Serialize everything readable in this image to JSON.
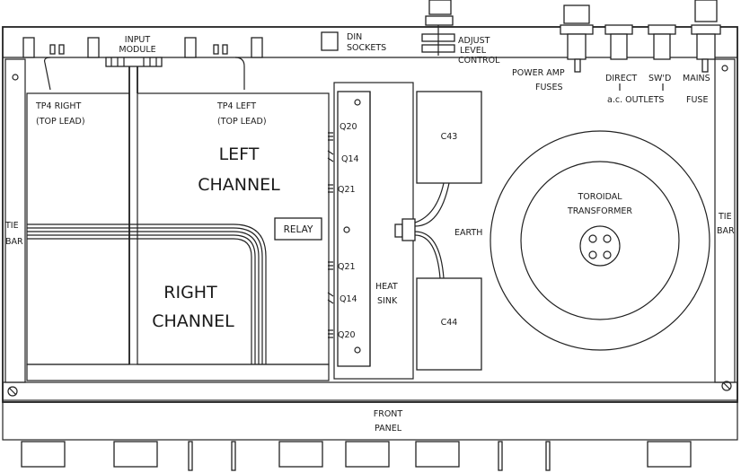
{
  "labels": {
    "input_module": [
      "INPUT",
      "MODULE"
    ],
    "din_sockets": [
      "DIN",
      "SOCKETS"
    ],
    "adjust_level_control": [
      "ADJUST",
      "LEVEL",
      "CONTROL"
    ],
    "power_amp_fuses": [
      "POWER AMP",
      "FUSES"
    ],
    "direct": "DIRECT",
    "swd": "SW'D",
    "ac_outlets": "a.c. OUTLETS",
    "mains_fuse": [
      "MAINS",
      "FUSE"
    ],
    "tp4_right": [
      "TP4 RIGHT",
      "(TOP LEAD)"
    ],
    "tp4_left": [
      "TP4 LEFT",
      "(TOP LEAD)"
    ],
    "left_channel": [
      "LEFT",
      "CHANNEL"
    ],
    "right_channel": [
      "RIGHT",
      "CHANNEL"
    ],
    "relay": "RELAY",
    "heat_sink": [
      "HEAT",
      "SINK"
    ],
    "earth": "EARTH",
    "c43": "C43",
    "c44": "C44",
    "toroidal_transformer": [
      "TOROIDAL",
      "TRANSFORMER"
    ],
    "tie_bar_left": [
      "TIE",
      "BAR"
    ],
    "tie_bar_right": [
      "TIE",
      "BAR"
    ],
    "front_panel": [
      "FRONT",
      "PANEL"
    ],
    "transistors_top": [
      "Q20",
      "Q14",
      "Q21"
    ],
    "transistors_bottom": [
      "Q21",
      "Q14",
      "Q20"
    ]
  }
}
